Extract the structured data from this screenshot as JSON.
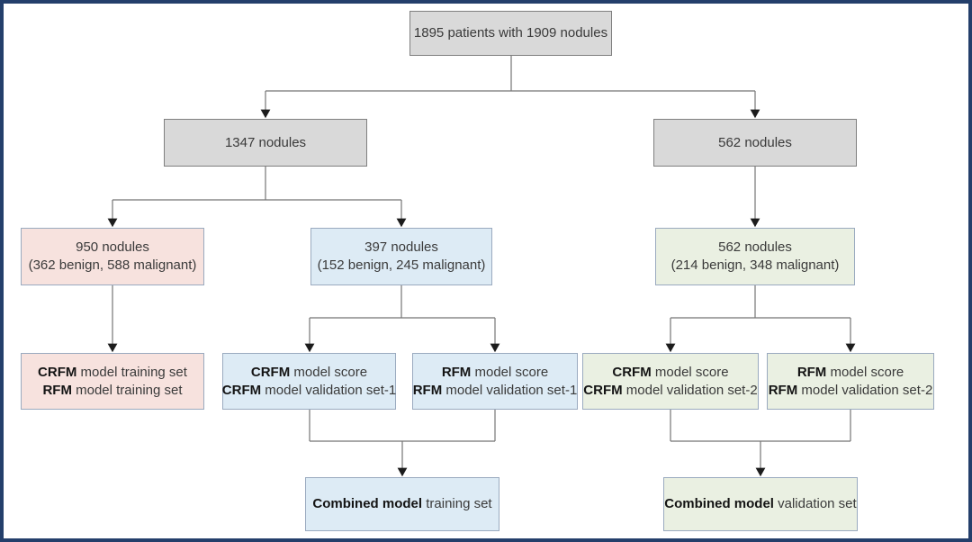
{
  "colors": {
    "frame": "#243f6b",
    "gray_fill": "#d9d9d9",
    "gray_border": "#7f7f7f",
    "pink_fill": "#f7e2de",
    "blue_fill": "#ddebf5",
    "green_fill": "#eaf0e2",
    "tint_border": "#9aaabf",
    "line": "#757575",
    "arrow": "#1c1c1c",
    "text": "#3a3a3a",
    "text_bold": "#141414"
  },
  "nodes": {
    "root": {
      "line1": "1895 patients with 1909 nodules"
    },
    "branch_left": {
      "line1": "1347 nodules"
    },
    "branch_right": {
      "line1": "562 nodules"
    },
    "train_nodules": {
      "line1": "950 nodules",
      "line2": "(362 benign, 588 malignant)"
    },
    "val1_nodules": {
      "line1": "397 nodules",
      "line2": "(152 benign, 245 malignant)"
    },
    "val2_nodules": {
      "line1": "562 nodules",
      "line2": "(214 benign, 348 malignant)"
    },
    "train_set": {
      "line1_bold": "CRFM",
      "line1_rest": " model training set",
      "line2_bold": "RFM",
      "line2_rest": " model training set"
    },
    "crfm_val1": {
      "line1_bold": "CRFM",
      "line1_rest": " model score",
      "line2_bold": "CRFM",
      "line2_rest": " model validation set-1"
    },
    "rfm_val1": {
      "line1_bold": "RFM",
      "line1_rest": " model score",
      "line2_bold": "RFM",
      "line2_rest": " model validation set-1"
    },
    "crfm_val2": {
      "line1_bold": "CRFM",
      "line1_rest": " model score",
      "line2_bold": "CRFM",
      "line2_rest": " model validation set-2"
    },
    "rfm_val2": {
      "line1_bold": "RFM",
      "line1_rest": " model score",
      "line2_bold": "RFM",
      "line2_rest": " model validation set-2"
    },
    "combined_train": {
      "line1_bold": "Combined model",
      "line1_rest": " training set"
    },
    "combined_val": {
      "line1_bold": "Combined model",
      "line1_rest": " validation set"
    }
  }
}
